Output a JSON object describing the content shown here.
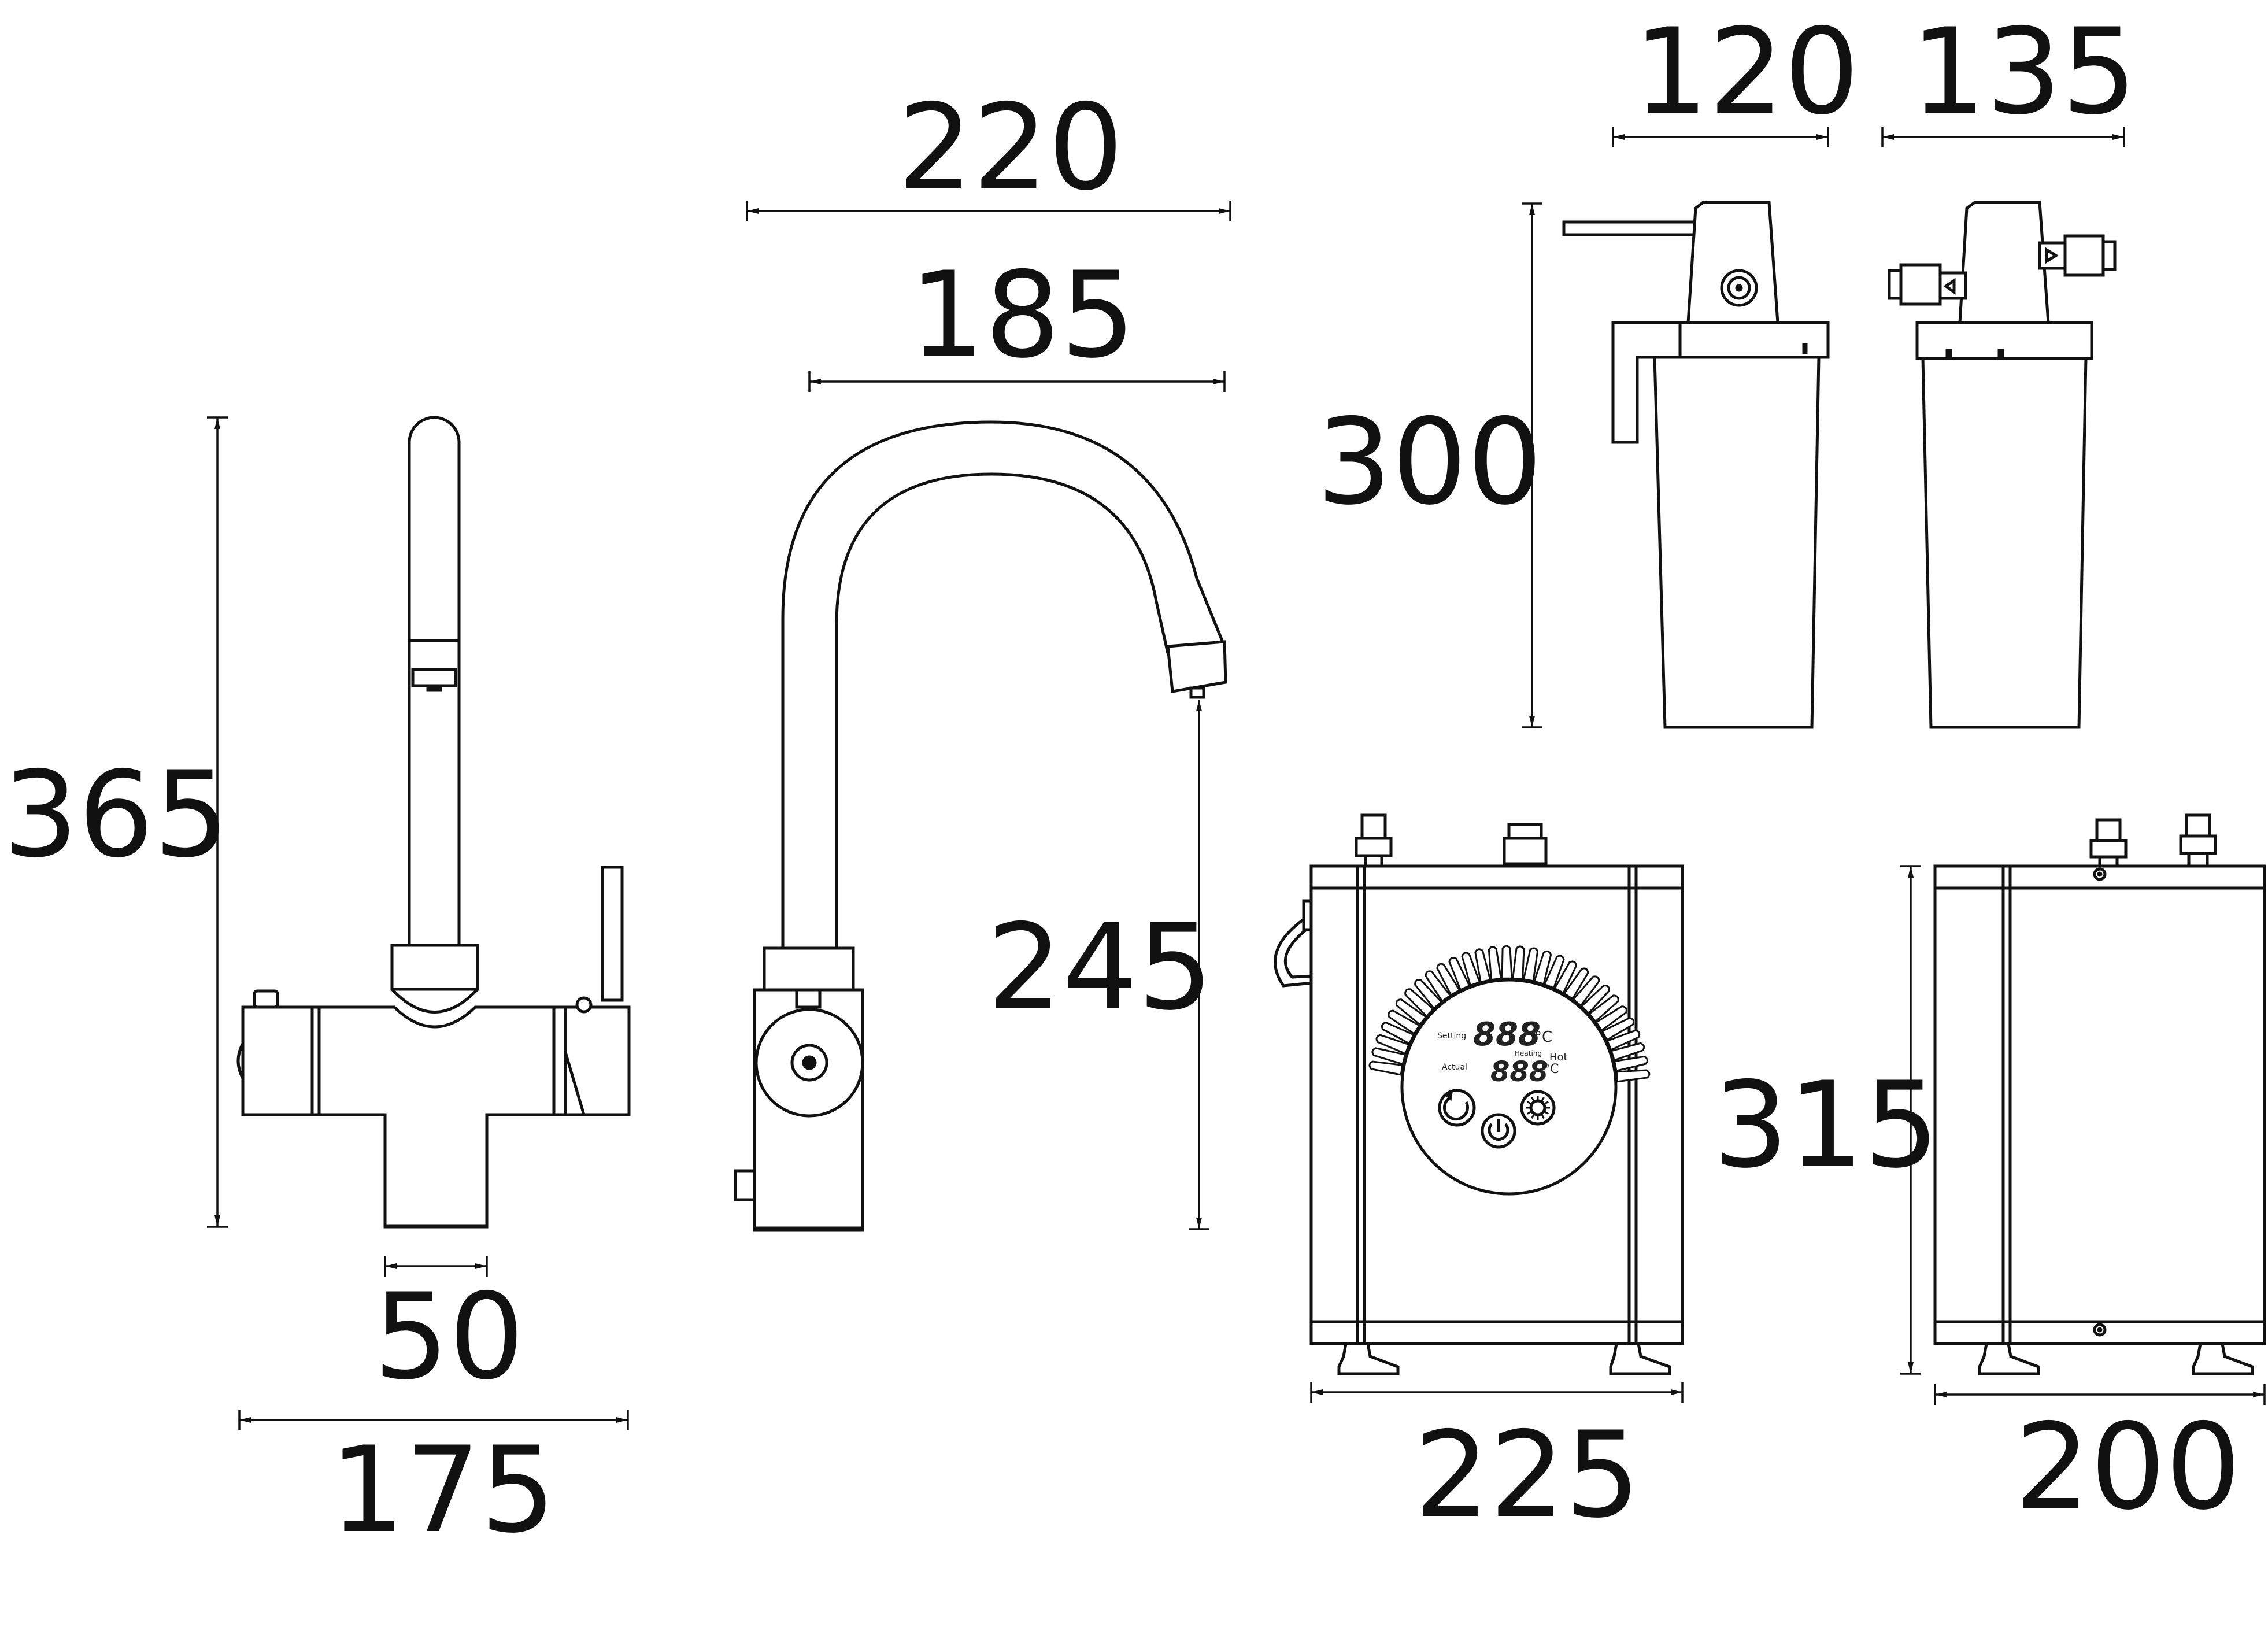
{
  "dimensions": {
    "tap_height": "365",
    "tap_base_width": "50",
    "tap_total_width": "175",
    "spout_reach_outer": "220",
    "spout_reach_inner": "185",
    "spout_clearance": "245",
    "filter_width_side": "120",
    "filter_width_front": "135",
    "filter_height": "300",
    "tank_height": "315",
    "tank_width_front": "225",
    "tank_width_side": "200"
  },
  "control_panel": {
    "setting_label": "Setting",
    "actual_label": "Actual",
    "setting_digits": "888",
    "actual_digits": "888",
    "unit_top": "°C",
    "unit_bottom": "°C",
    "heating_label": "Heating",
    "hot_label": "Hot"
  },
  "icons": {
    "mode_button": "refresh-icon",
    "power_button": "power-icon",
    "heat_button": "sun-icon"
  },
  "colors": {
    "line": "#111111",
    "background": "#ffffff"
  }
}
